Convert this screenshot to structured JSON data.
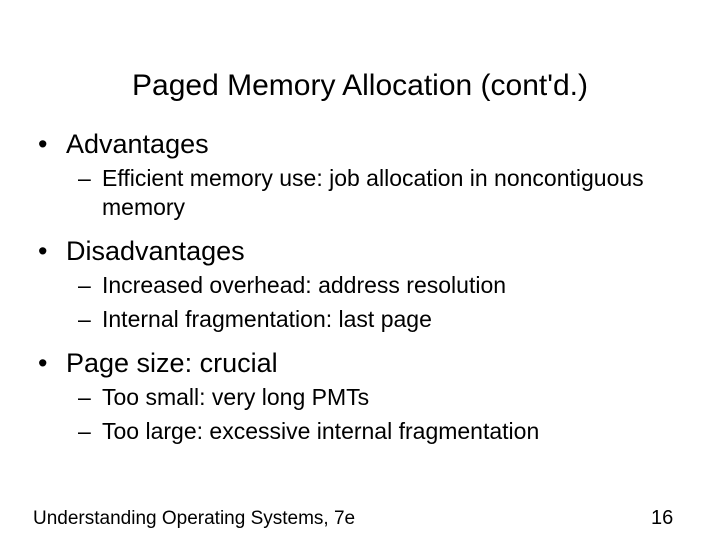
{
  "slide": {
    "title": "Paged Memory Allocation (cont'd.)",
    "background_color": "#ffffff",
    "text_color": "#000000",
    "level1_bullet_glyph": "•",
    "level2_bullet_glyph": "–",
    "groups": [
      {
        "heading": "Advantages",
        "items": [
          "Efficient memory use: job allocation in noncontiguous memory"
        ]
      },
      {
        "heading": "Disadvantages",
        "items": [
          "Increased overhead: address resolution",
          "Internal fragmentation: last page"
        ]
      },
      {
        "heading": "Page size: crucial",
        "items": [
          "Too small: very long PMTs",
          "Too large: excessive internal fragmentation"
        ]
      }
    ]
  },
  "footer": {
    "source": "Understanding Operating Systems, 7e",
    "page_number": "16"
  }
}
